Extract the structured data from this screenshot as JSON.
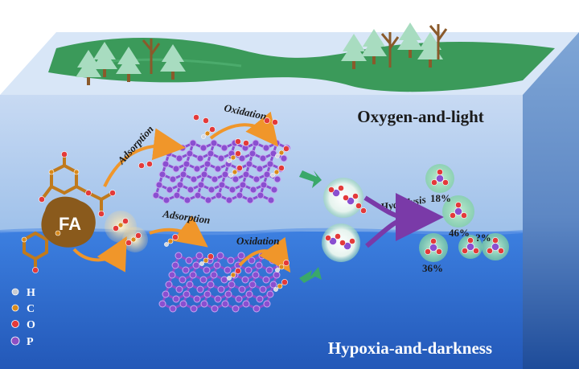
{
  "regions": {
    "top_label": "Oxygen-and-light",
    "bottom_label": "Hypoxia-and-darkness"
  },
  "labels": {
    "fa": "FA",
    "adsorption_top": "Adsorption",
    "oxidation_top": "Oxidation",
    "adsorption_bottom": "Adsorption",
    "oxidation_bottom": "Oxidation",
    "hydrolysis": "Hydrolysis"
  },
  "products": [
    {
      "label": "18%"
    },
    {
      "label": "46%"
    },
    {
      "label": "36%"
    },
    {
      "label": "?%"
    }
  ],
  "legend": [
    {
      "symbol": "H",
      "color": "#c9ccd2"
    },
    {
      "symbol": "C",
      "color": "#d98a1c"
    },
    {
      "symbol": "O",
      "color": "#e33a3a"
    },
    {
      "symbol": "P",
      "color": "#8c4fc4"
    }
  ],
  "colors": {
    "grass": "#3b9a5a",
    "tree": "#a8dcc0",
    "trunk": "#8a5a2b",
    "upper_water": "#a9c9ec",
    "lower_water": "#2f6dd1",
    "phosphorene": "#8a4fd0",
    "fa_blob": "#8a5a1c",
    "arrow_orange": "#f0962a",
    "arrow_green": "#3aa86a",
    "arrow_purple": "#7a3aa8"
  }
}
